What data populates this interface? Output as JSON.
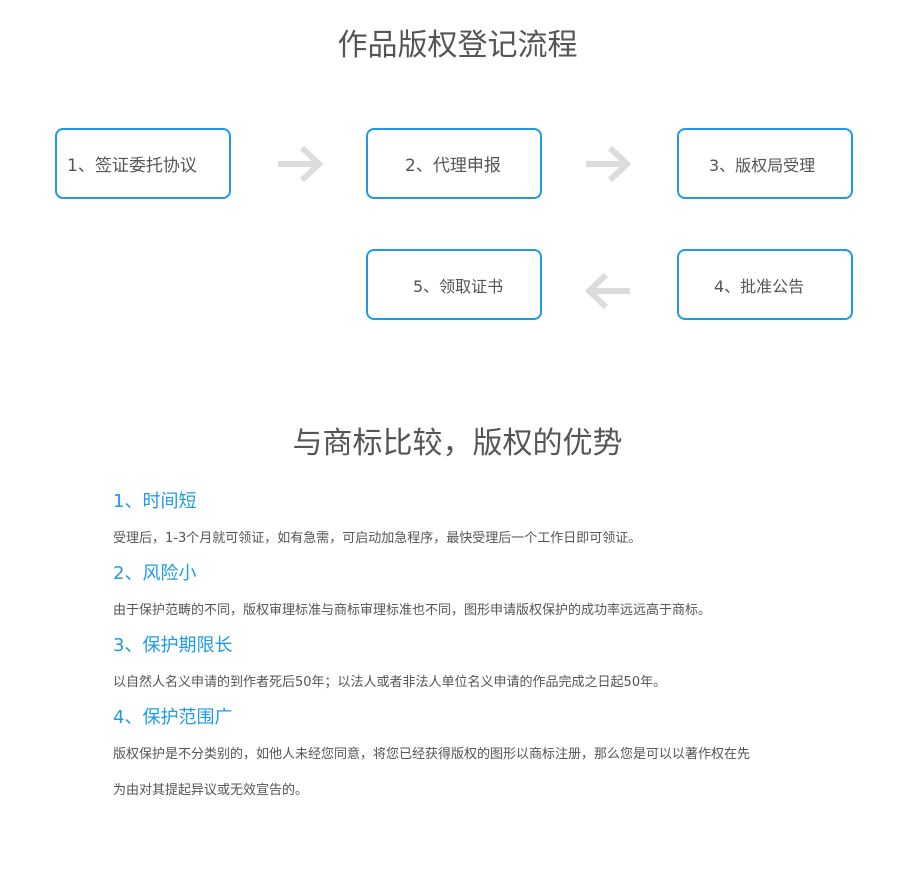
{
  "process": {
    "title": "作品版权登记流程",
    "steps": [
      {
        "label": "1、签证委托协议"
      },
      {
        "label": "2、代理申报"
      },
      {
        "label": "3、版权局受理"
      },
      {
        "label": "4、批准公告"
      },
      {
        "label": "5、领取证书"
      }
    ],
    "arrow_icon": "arrow-icon",
    "colors": {
      "box_border": "#1e9ae6",
      "arrow": "#dcdcdc",
      "heading_accent": "#1e9ae6",
      "text": "#555555"
    }
  },
  "comparison": {
    "title": "与商标比较，版权的优势",
    "items": [
      {
        "heading": "1、时间短",
        "text": [
          "受理后，1-3个月就可领证，如有急需，可启动加急程序，最快受理后一个工作日即可领证。"
        ]
      },
      {
        "heading": "2、风险小",
        "text": [
          "由于保护范畴的不同，版权审理标准与商标审理标准也不同，图形申请版权保护的成功率远远高于商标。"
        ]
      },
      {
        "heading": "3、保护期限长",
        "text": [
          "以自然人名义申请的到作者死后50年；以法人或者非法人单位名义申请的作品完成之日起50年。"
        ]
      },
      {
        "heading": "4、保护范围广",
        "text": [
          "版权保护是不分类别的，如他人未经您同意，将您已经获得版权的图形以商标注册，那么您是可以以著作权在先",
          "为由对其提起异议或无效宣告的。"
        ]
      }
    ]
  }
}
